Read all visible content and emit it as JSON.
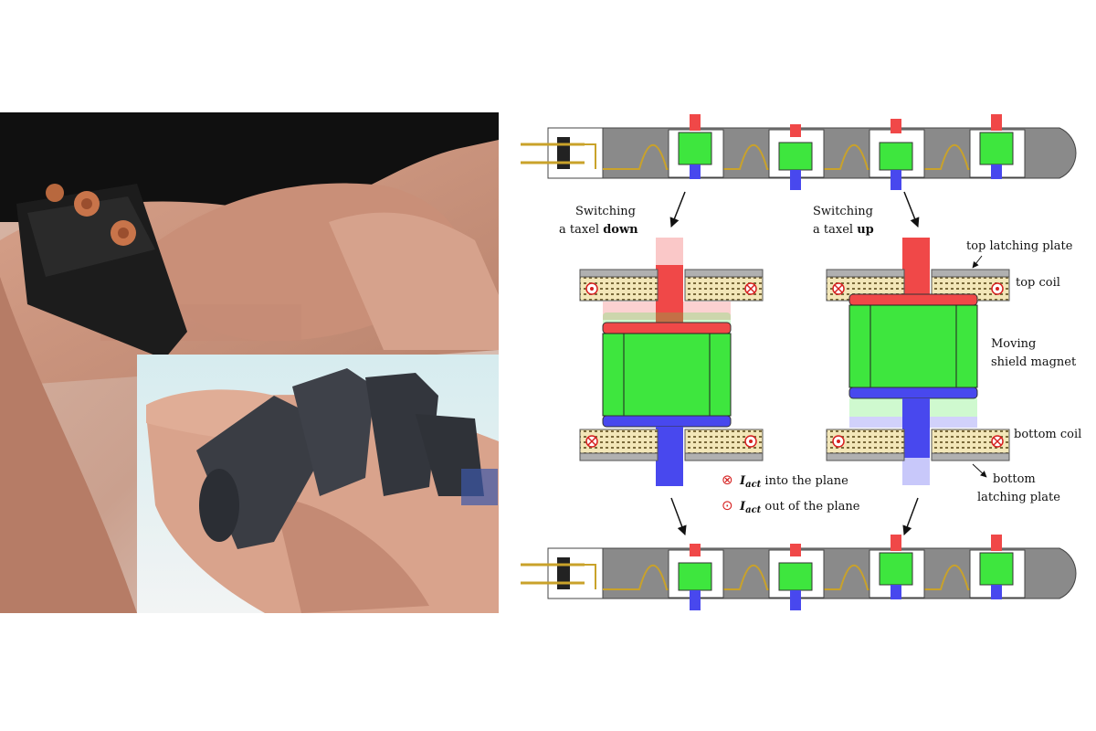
{
  "diagram": {
    "switch_down": {
      "line1": "Switching",
      "line2_prefix": "a taxel ",
      "line2_bold": "down"
    },
    "switch_up": {
      "line1": "Switching",
      "line2_prefix": "a taxel ",
      "line2_bold": "up"
    },
    "labels": {
      "top_latching_plate": "top latching plate",
      "top_coil": "top coil",
      "moving_line1": "Moving",
      "moving_line2": "shield magnet",
      "bottom_coil": "bottom coil",
      "bottom_latching_line1": "bottom",
      "bottom_latching_line2": "latching plate"
    },
    "legend": {
      "into_symbol": "⊗",
      "into_current": "I",
      "into_sub": "act",
      "into_text": " into the plane",
      "out_symbol": "⊙",
      "out_current": "I",
      "out_sub": "act",
      "out_text": " out of the plane"
    }
  },
  "colors": {
    "strip_gray": "#8a8a8a",
    "magnet_green": "#3ee63e",
    "pole_red": "#f04848",
    "pole_blue": "#4848ee",
    "coil_fill": "#f2e6b8",
    "coil_symbol": "#d62020",
    "plate_gray": "#b0b0b0"
  }
}
